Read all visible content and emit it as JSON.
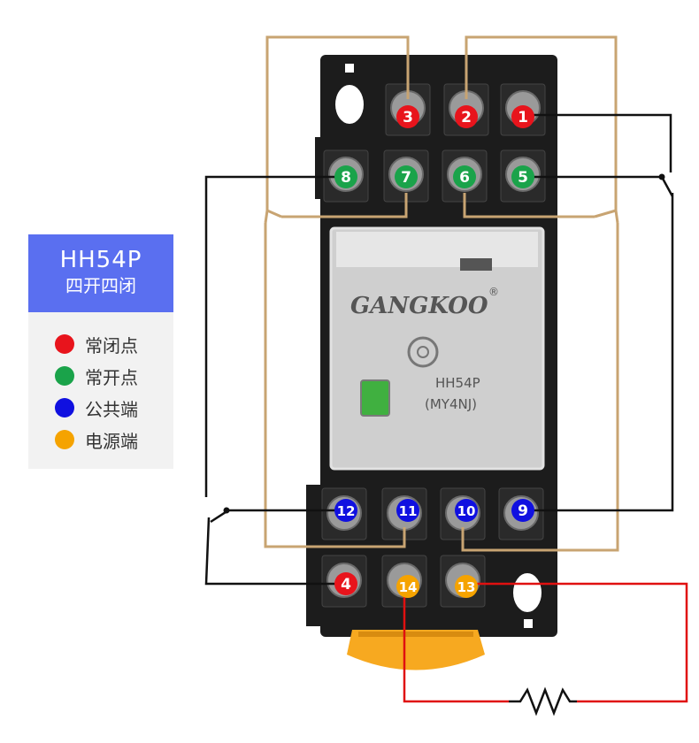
{
  "legend": {
    "title": "HH54P",
    "subtitle": "四开四闭",
    "items": [
      {
        "label": "常闭点",
        "color": "#e8141c"
      },
      {
        "label": "常开点",
        "color": "#1aa34a"
      },
      {
        "label": "公共端",
        "color": "#1010e0"
      },
      {
        "label": "电源端",
        "color": "#f5a300"
      }
    ]
  },
  "relay": {
    "brand": "GANGKOO",
    "registered_mark": "®",
    "model": "HH54P",
    "model_code": "(MY4NJ)"
  },
  "terminals": [
    {
      "number": "3",
      "role": "nc"
    },
    {
      "number": "2",
      "role": "nc"
    },
    {
      "number": "1",
      "role": "nc"
    },
    {
      "number": "8",
      "role": "no"
    },
    {
      "number": "7",
      "role": "no"
    },
    {
      "number": "6",
      "role": "no"
    },
    {
      "number": "5",
      "role": "no"
    },
    {
      "number": "12",
      "role": "com"
    },
    {
      "number": "11",
      "role": "com"
    },
    {
      "number": "10",
      "role": "com"
    },
    {
      "number": "9",
      "role": "com"
    },
    {
      "number": "4",
      "role": "nc"
    },
    {
      "number": "14",
      "role": "power"
    },
    {
      "number": "13",
      "role": "power"
    }
  ],
  "colors": {
    "nc": "#e8141c",
    "no": "#1aa34a",
    "com": "#1010e0",
    "power": "#f5a300",
    "internal_wire": "#c8a472",
    "external_wire": "#111111",
    "power_wire": "#e01010",
    "socket": "#1c1c1c",
    "screw": "#9a9a9a"
  }
}
